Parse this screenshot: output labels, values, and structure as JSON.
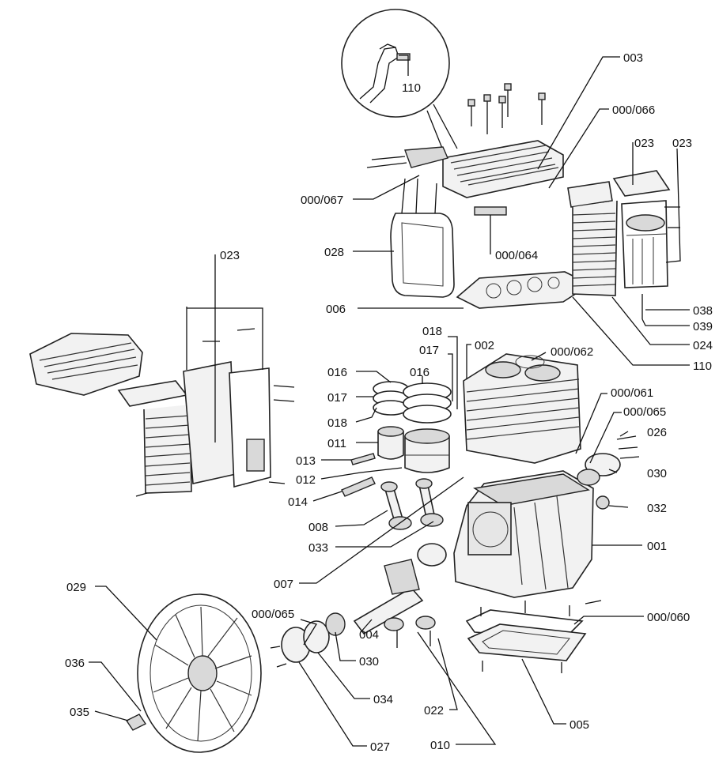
{
  "labels": {
    "l110a": "110",
    "l003": "003",
    "l000066": "000/066",
    "l023a": "023",
    "l023b": "023",
    "l023c": "023",
    "l000067": "000/067",
    "l028": "028",
    "l000064": "000/064",
    "l006": "006",
    "l038": "038",
    "l039": "039",
    "l024": "024",
    "l110b": "110",
    "l018a": "018",
    "l017a": "017",
    "l002": "002",
    "l000062": "000/062",
    "l016a": "016",
    "l016b": "016",
    "l017b": "017",
    "l018b": "018",
    "l011": "011",
    "l000061": "000/061",
    "l000065a": "000/065",
    "l026": "026",
    "l013": "013",
    "l012": "012",
    "l030a": "030",
    "l014": "014",
    "l032": "032",
    "l008": "008",
    "l033": "033",
    "l001": "001",
    "l007": "007",
    "l029": "029",
    "l000065b": "000/065",
    "l000060": "000/060",
    "l004": "004",
    "l030b": "030",
    "l036": "036",
    "l034": "034",
    "l035": "035",
    "l022": "022",
    "l005": "005",
    "l027": "027",
    "l010": "010"
  }
}
